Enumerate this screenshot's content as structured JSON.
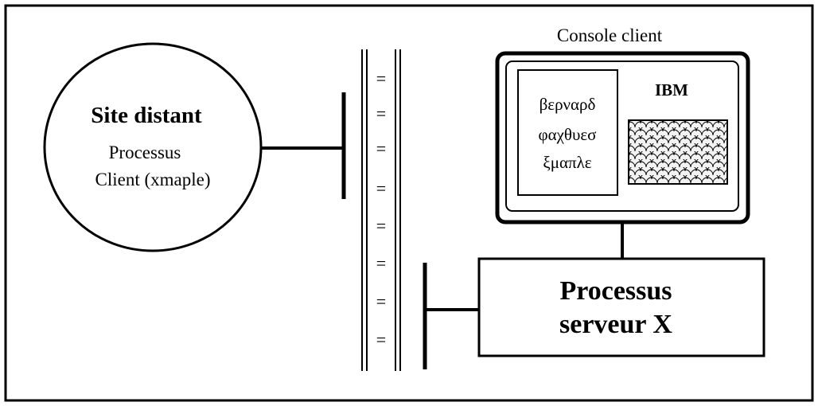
{
  "site": {
    "title": "Site distant",
    "line1": "Processus",
    "line2": "Client (xmaple)"
  },
  "network": {
    "eq_symbol": "="
  },
  "console": {
    "label": "Console client",
    "screen_text": [
      "βερναρδ",
      "φαχθυεσ",
      "ξμαπλε"
    ],
    "brand": "IBM"
  },
  "server": {
    "line1": "Processus",
    "line2": "serveur X"
  },
  "colors": {
    "stroke": "#000000",
    "background": "#ffffff",
    "pattern_fill": "#f2f2f2"
  }
}
